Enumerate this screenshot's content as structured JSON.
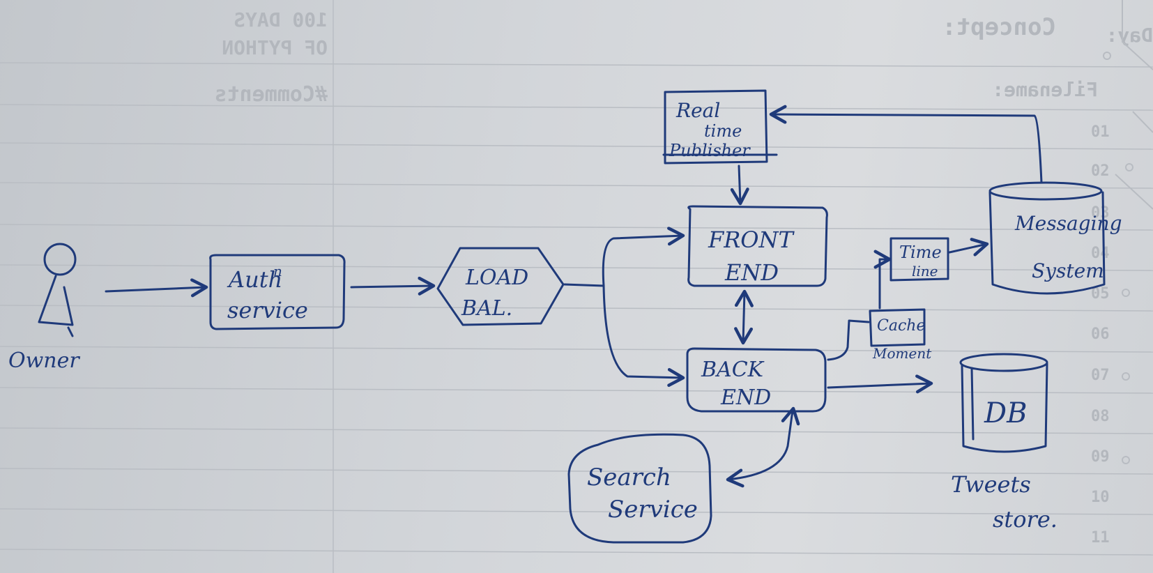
{
  "paper_print": {
    "concept": "Concept:",
    "book_line1": "100 DAYS",
    "book_line2": "OF PYTHON",
    "day": "Day:",
    "filename": "Filename:",
    "comments": "#Comments",
    "line_numbers": [
      "01",
      "02",
      "03",
      "04",
      "05",
      "06",
      "07",
      "08",
      "09",
      "10",
      "11"
    ]
  },
  "diagram": {
    "nodes": {
      "owner": "Owner",
      "auth_line1": "Auth",
      "auth_sup": "n",
      "auth_line2": "service",
      "lb_line1": "LOAD",
      "lb_line2": "BAL.",
      "fe_line1": "FRONT",
      "fe_line2": "END",
      "be_line1": "BACK",
      "be_line2": "END",
      "rtp_line1": "Real",
      "rtp_line2": "time",
      "rtp_line3": "Publisher",
      "tl_line1": "Time",
      "tl_line2": "line",
      "cache_line1": "Cache",
      "cache_line2": "Moment",
      "msg_line1": "Messaging",
      "msg_line2": "System",
      "db": "DB",
      "db_caption1": "Tweets",
      "db_caption2": "store.",
      "search_line1": "Search",
      "search_line2": "Service"
    }
  }
}
